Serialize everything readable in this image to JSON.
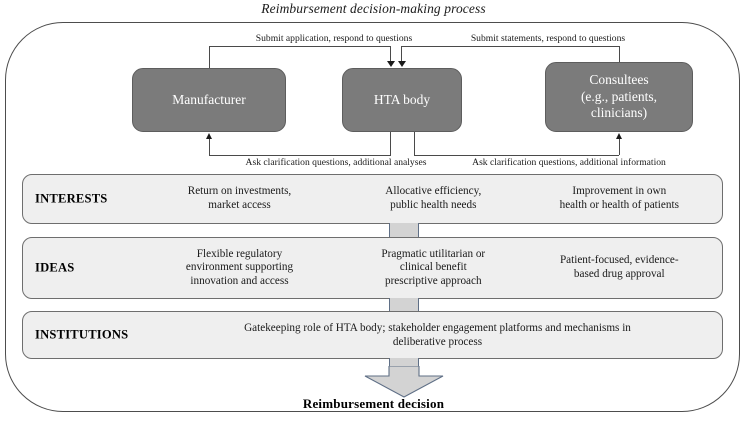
{
  "figure": {
    "title": "Reimbursement decision-making process",
    "final_outcome": "Reimbursement decision"
  },
  "actors": [
    {
      "id": "manufacturer",
      "label": "Manufacturer"
    },
    {
      "id": "hta-body",
      "label": "HTA body"
    },
    {
      "id": "consultees",
      "line1": "Consultees",
      "line2": "(e.g., patients,",
      "line3": "clinicians)"
    }
  ],
  "connectors": [
    {
      "id": "manufacturer-to-hta",
      "label": "Submit application, respond to questions",
      "direction": "manufacturer-to-hta-body"
    },
    {
      "id": "consultees-to-hta",
      "label": "Submit statements, respond to questions",
      "direction": "consultees-to-hta-body"
    },
    {
      "id": "hta-to-manufacturer",
      "label": "Ask clarification questions, additional analyses",
      "direction": "hta-body-to-manufacturer"
    },
    {
      "id": "hta-to-consultees",
      "label": "Ask clarification questions, additional information",
      "direction": "hta-body-to-consultees"
    }
  ],
  "rows": [
    {
      "id": "interests",
      "label": "INTERESTS",
      "cells": [
        "Return on investments,\nmarket access",
        "Allocative efficiency,\npublic health needs",
        "Improvement in own\nhealth or health of patients"
      ],
      "c1": "Return on investments, market access",
      "c1l1": "Return on investments,",
      "c1l2": "market access",
      "c2l1": "Allocative efficiency,",
      "c2l2": "public health needs",
      "c3l1": "Improvement in own",
      "c3l2": "health or health of patients"
    },
    {
      "id": "ideas",
      "label": "IDEAS",
      "c1l1": "Flexible regulatory",
      "c1l2": "environment supporting",
      "c1l3": "innovation and access",
      "c2l1": "Pragmatic utilitarian or",
      "c2l2": "clinical benefit",
      "c2l3": "prescriptive approach",
      "c3l1": "Patient-focused, evidence-",
      "c3l2": "based drug approval"
    },
    {
      "id": "institutions",
      "label": "INSTITUTIONS",
      "l1": "Gatekeeping role of HTA body; stakeholder engagement platforms and mechanisms in",
      "l2": "deliberative process"
    }
  ],
  "colors": {
    "actor_fill": "#7b7b7b",
    "actor_text": "#ffffff",
    "row_fill": "#efefef",
    "row_border": "#6e6e6e",
    "band_fill": "#d3d3d3",
    "band_border": "#5f6f86",
    "line": "#4a4a4a",
    "container_border": "#4d4d4d"
  }
}
